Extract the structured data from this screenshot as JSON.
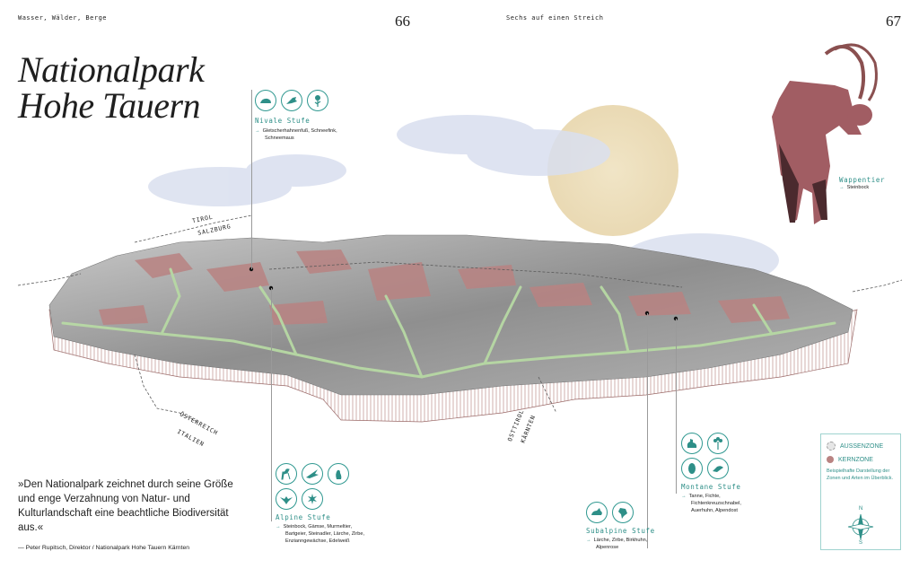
{
  "header": {
    "left_text": "Wasser, Wälder, Berge",
    "page_left": "66",
    "center_text": "Sechs auf einen Streich",
    "page_right": "67"
  },
  "title": {
    "line1": "Nationalpark",
    "line2": "Hohe Tauern"
  },
  "borders": {
    "tirol": "TIROL",
    "salzburg": "SALZBURG",
    "oesterreich": "ÖSTERREICH",
    "italien": "ITALIEN",
    "osttirol": "OSTTIROL",
    "kaernten": "KÄRNTEN"
  },
  "zones": {
    "nivale": {
      "label": "Nivale Stufe",
      "species": [
        "Gletscherhahnenfuß, Schneefink,",
        "Schneemaus"
      ],
      "icons": [
        "mouse-icon",
        "bird-icon",
        "flower-icon"
      ]
    },
    "alpine": {
      "label": "Alpine Stufe",
      "species": [
        "Steinbock, Gämse, Murmeltier,",
        "Bartgeier, Steinadler, Lärche, Zirbe,",
        "Enzianngewächse, Edelweiß"
      ],
      "icons": [
        "ibex-icon",
        "vulture-icon",
        "marmot-icon",
        "eagle-icon",
        "edelweiss-icon"
      ]
    },
    "subalpine": {
      "label": "Subalpine Stufe",
      "species": [
        "Lärche, Zirbe, Birkhuhn,",
        "Alpenrose"
      ],
      "icons": [
        "grouse-icon",
        "nutcracker-icon"
      ]
    },
    "montane": {
      "label": "Montane Stufe",
      "species": [
        "Tanne, Fichte,",
        "Fichtenkreuzschnabel,",
        "Auerhuhn, Alpendost"
      ],
      "icons": [
        "capercaillie-icon",
        "alpendost-icon",
        "pinecone-icon",
        "crossbill-icon"
      ]
    }
  },
  "wappentier": {
    "label": "Wappentier",
    "value": "Steinbock"
  },
  "quote": {
    "text": "»Den Nationalpark zeichnet durch seine Größe und enge Verzahnung von Natur- und Kulturlandschaft eine beachtliche Biodiversität aus.«",
    "attribution": "— Peter Rupitsch, Direktor / Nationalpark Hohe Tauern Kärnten"
  },
  "legend": {
    "aussen": "AUSSENZONE",
    "kern": "KERNZONE",
    "note": "Beispielhafte Darstellung der Zonen und Arten im Überblick.",
    "compass_n": "N",
    "compass_s": "S"
  },
  "colors": {
    "accent": "#2e8f88",
    "kernzone": "#b98382",
    "aussenzone": "#d9d9d9",
    "valley": "#b7d9a4",
    "cloud": "#d8dfef",
    "sun": "#ecdcb6"
  }
}
